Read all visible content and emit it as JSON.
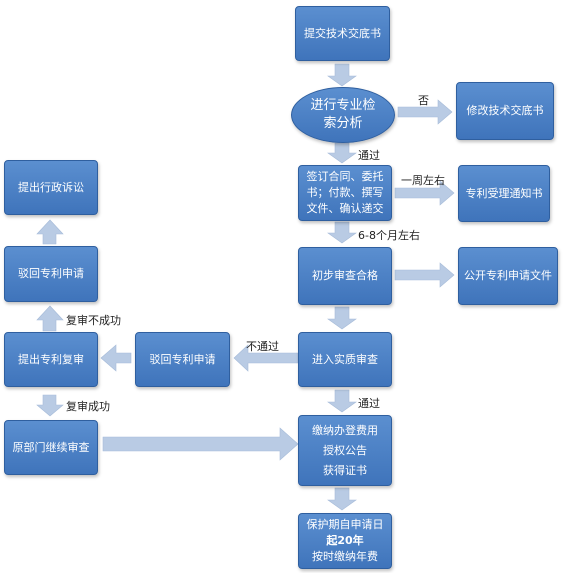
{
  "nodes": {
    "submit": "提交技术交底书",
    "search_line1": "进行专业检",
    "search_line2": "索分析",
    "modify": "修改技术交底书",
    "sign_line1": "签订合同、委托",
    "sign_line2": "书；付款、撰写",
    "sign_line3": "文件、确认递交",
    "notice": "专利受理通知书",
    "preliminary": "初步审查合格",
    "publish": "公开专利申请文件",
    "substantive": "进入实质审查",
    "reject_mid": "驳回专利申请",
    "review": "提出专利复审",
    "reject_left": "驳回专利申请",
    "lawsuit": "提出行政诉讼",
    "continue": "原部门继续审查",
    "fees_line1": "缴纳办登费用",
    "fees_line2": "授权公告",
    "fees_line3": "获得证书",
    "protect_line1": "保护期自申请日",
    "protect_line2": "起20年",
    "protect_line3": "按时缴纳年费"
  },
  "labels": {
    "no": "否",
    "pass1": "通过",
    "week": "一周左右",
    "months": "6-8个月左右",
    "fail": "不通过",
    "pass2": "通过",
    "review_fail": "复审不成功",
    "review_ok": "复审成功"
  },
  "colors": {
    "box": "#4a80c6",
    "arrow": "#b9cbe4"
  }
}
